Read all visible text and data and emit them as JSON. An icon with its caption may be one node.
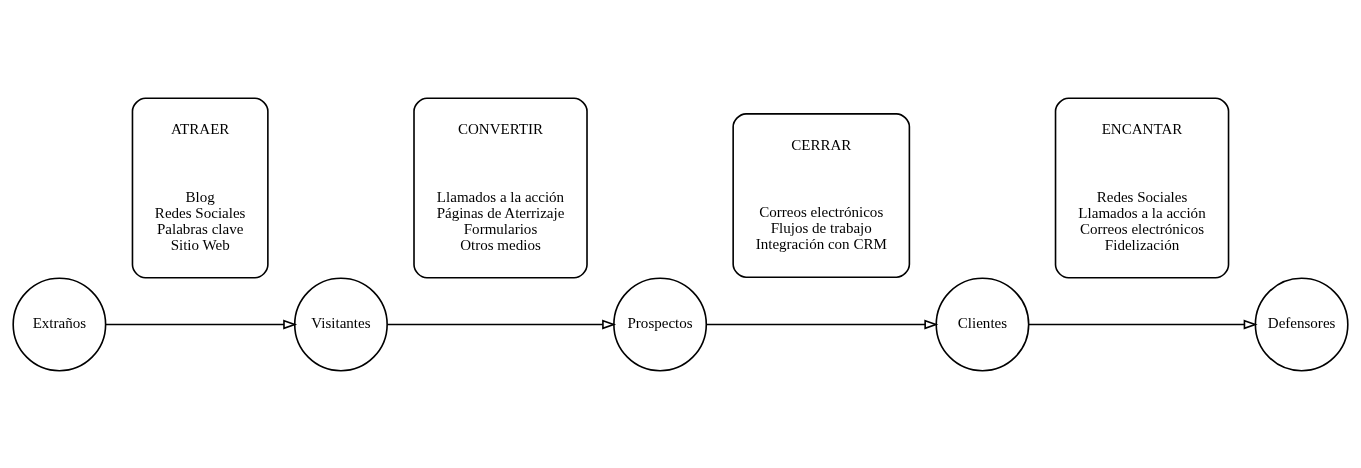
{
  "diagram": {
    "nodes": [
      {
        "text": [
          "ATRAER",
          "Blog",
          "Redes Sociales",
          "Palabras clave",
          "Sitio Web"
        ]
      },
      {
        "text": [
          "CONVERTIR",
          "Llamados a la acción",
          "Páginas de Aterrizaje",
          "Formularios",
          "Otros medios"
        ]
      },
      {
        "text": [
          "CERRAR",
          "Correos electrónicos",
          "Flujos de trabajo",
          "Integración con CRM"
        ]
      },
      {
        "text": [
          "ENCANTAR",
          "Redes Sociales",
          "Llamados a la acción",
          "Correos electrónicos",
          "Fidelización"
        ]
      },
      {
        "text": [
          "Extraños"
        ]
      },
      {
        "text": [
          "Visitantes"
        ]
      },
      {
        "text": [
          "Prospectos"
        ]
      },
      {
        "text": [
          "Clientes"
        ]
      },
      {
        "text": [
          "Defensores"
        ]
      }
    ],
    "edges": [
      {
        "from": 4,
        "to": 5,
        "arrow": "to"
      },
      {
        "from": 5,
        "to": 6,
        "arrow": "to"
      },
      {
        "from": 6,
        "to": 7,
        "arrow": "to"
      },
      {
        "from": 7,
        "to": 8,
        "arrow": "to"
      }
    ]
  }
}
